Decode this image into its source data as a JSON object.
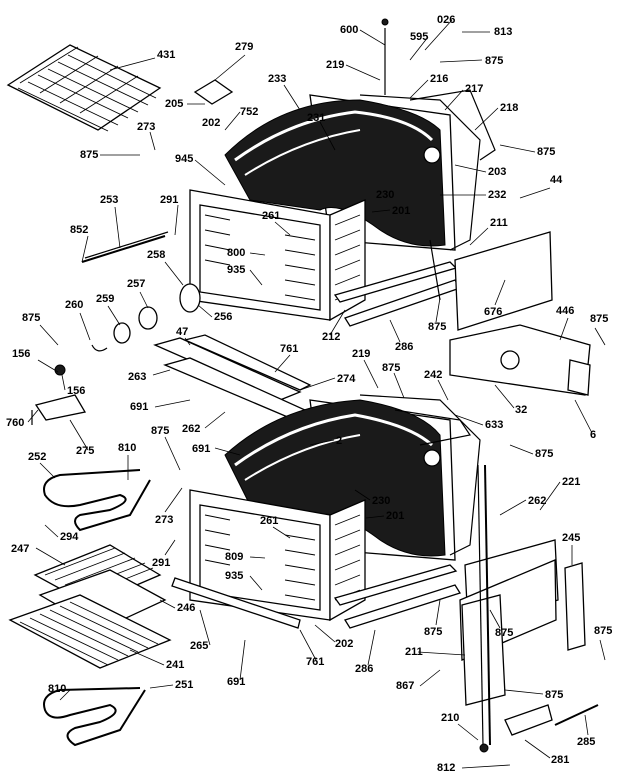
{
  "diagram": {
    "labels": [
      "600",
      "026",
      "813",
      "595",
      "875",
      "279",
      "219",
      "216",
      "217",
      "218",
      "431",
      "233",
      "205",
      "752",
      "231",
      "875",
      "273",
      "202",
      "875",
      "945",
      "203",
      "230",
      "232",
      "44",
      "201",
      "291",
      "261",
      "211",
      "253",
      "852",
      "800",
      "935",
      "258",
      "676",
      "446",
      "875",
      "257",
      "256",
      "260",
      "259",
      "212",
      "286",
      "875",
      "47",
      "761",
      "219",
      "875",
      "242",
      "156",
      "263",
      "274",
      "875",
      "32",
      "156",
      "691",
      "262",
      "633",
      "6",
      "760",
      "875",
      "2",
      "275",
      "691",
      "875",
      "252",
      "810",
      "230",
      "221",
      "262",
      "201",
      "273",
      "294",
      "261",
      "291",
      "245",
      "247",
      "809",
      "935",
      "246",
      "875",
      "875",
      "265",
      "202",
      "875",
      "241",
      "761",
      "286",
      "211",
      "691",
      "867",
      "810",
      "875",
      "251",
      "210",
      "285",
      "812",
      "281"
    ]
  }
}
